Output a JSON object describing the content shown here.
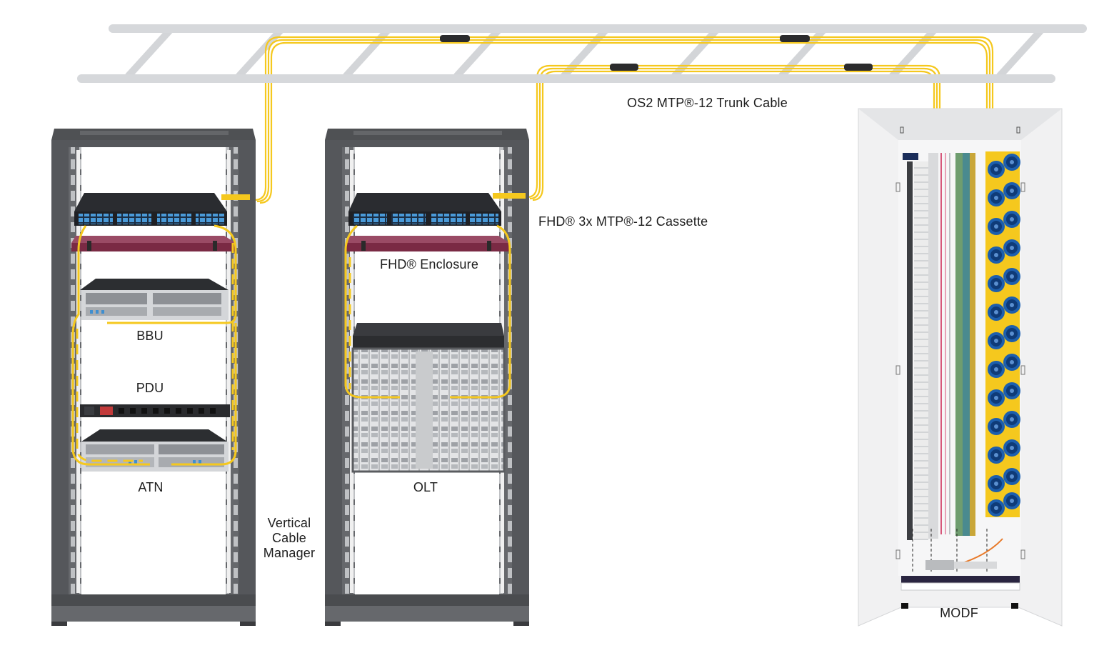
{
  "labels": {
    "trunk_cable": "OS2 MTP®-12 Trunk Cable",
    "cassette": "FHD® 3x MTP®-12 Cassette",
    "enclosure": "FHD® Enclosure",
    "bbu": "BBU",
    "pdu": "PDU",
    "atn": "ATN",
    "olt": "OLT",
    "vertical_cable_manager": [
      "Vertical",
      "Cable",
      "Manager"
    ],
    "modf": "MODF"
  },
  "colors": {
    "fiber": "#f5c81e",
    "rack_frame": "#5a5c60",
    "tray": "#d8dadc",
    "enclosure_panel": "#7a2a44",
    "lc_port": "#3f8fd0",
    "modf_spool": "#1d5fae"
  },
  "icons": [
    "rack",
    "fiber-enclosure",
    "patch-panel",
    "network-switch",
    "power-distribution-unit",
    "olt-chassis",
    "optical-distribution-frame",
    "cable-tray"
  ]
}
